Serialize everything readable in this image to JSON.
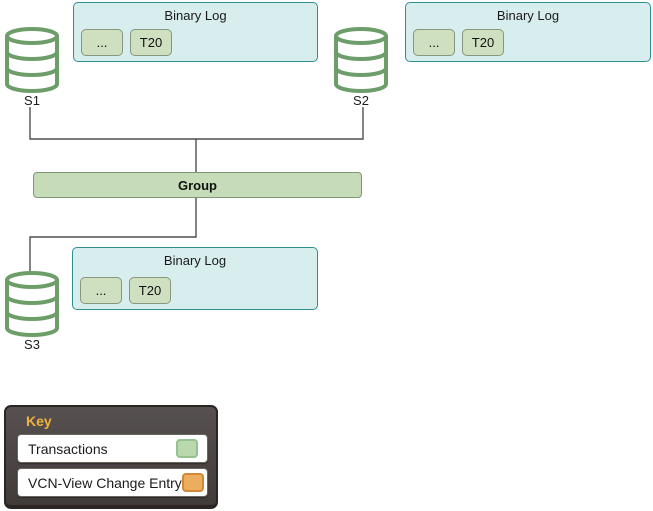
{
  "servers": [
    {
      "label": "S1"
    },
    {
      "label": "S2"
    },
    {
      "label": "S3"
    }
  ],
  "binary_logs": [
    {
      "title": "Binary Log",
      "entries": [
        "...",
        "T20"
      ]
    },
    {
      "title": "Binary Log",
      "entries": [
        "...",
        "T20"
      ]
    },
    {
      "title": "Binary Log",
      "entries": [
        "...",
        "T20"
      ]
    }
  ],
  "group": {
    "label": "Group"
  },
  "key": {
    "title": "Key",
    "items": [
      {
        "label": "Transactions",
        "swatch": "green"
      },
      {
        "label": "VCN-View Change Entry",
        "swatch": "orange"
      }
    ]
  },
  "colors": {
    "binlog_fill": "#d8edee",
    "binlog_border": "#2e8f8f",
    "transaction_fill": "#cfe0c1",
    "transaction_border": "#87967c",
    "group_fill": "#c6dcb9",
    "group_border": "#7d9973",
    "cylinder_stroke": "#6d9d68",
    "connector_line": "#4f4f4f",
    "key_background": "#474140",
    "key_title_text": "#f2b23d",
    "legend_green_fill": "#bad8ae",
    "legend_green_border": "#93c18f",
    "legend_orange_fill": "#ecae5e",
    "legend_orange_border": "#d0893b"
  }
}
